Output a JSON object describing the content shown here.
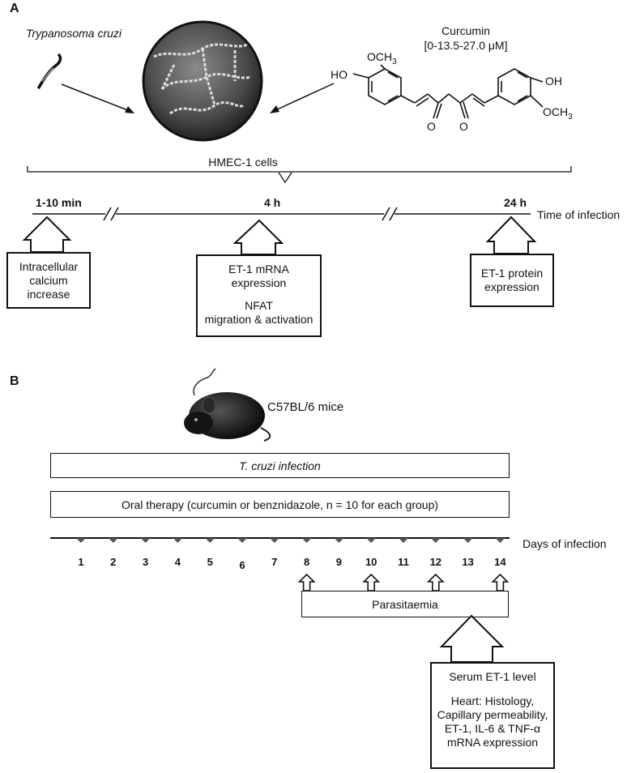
{
  "panel_a": {
    "label": "A",
    "organism": "Trypanosoma cruzi",
    "curcumin_name": "Curcumin",
    "curcumin_dose": "[0-13.5-27.0 μM]",
    "chem": {
      "oh_left": "HO",
      "och3_top": "OCH",
      "och3_top_sub": "3",
      "oh_right": "OH",
      "och3_right": "OCH",
      "och3_right_sub": "3",
      "o1": "O",
      "o2": "O"
    },
    "cells_label": "HMEC-1 cells",
    "timeline": {
      "t1": "1-10 min",
      "t2": "4 h",
      "t3": "24 h",
      "axis_label": "Time of infection"
    },
    "boxes": {
      "calcium": [
        "Intracellular",
        "calcium",
        "increase"
      ],
      "mrna": [
        "ET-1 mRNA",
        "expression",
        "",
        "NFAT",
        "migration & activation"
      ],
      "protein": [
        "ET-1 protein",
        "expression"
      ]
    }
  },
  "panel_b": {
    "label": "B",
    "mice_label": "C57BL/6 mice",
    "infection_bar": "T. cruzi infection",
    "therapy_bar": "Oral therapy (curcumin or benznidazole, n = 10 for each group)",
    "days_label": "Days of infection",
    "days": [
      "1",
      "2",
      "3",
      "4",
      "5",
      "6",
      "7",
      "8",
      "9",
      "10",
      "11",
      "12",
      "13",
      "14"
    ],
    "parasitaemia_days": [
      "8",
      "10",
      "12",
      "14"
    ],
    "parasitaemia_label": "Parasitaemia",
    "final_box": [
      "Serum ET-1 level",
      "",
      "Heart: Histology,",
      "Capillary permeability,",
      "ET-1, IL-6 & TNF-α",
      "mRNA expression"
    ]
  }
}
